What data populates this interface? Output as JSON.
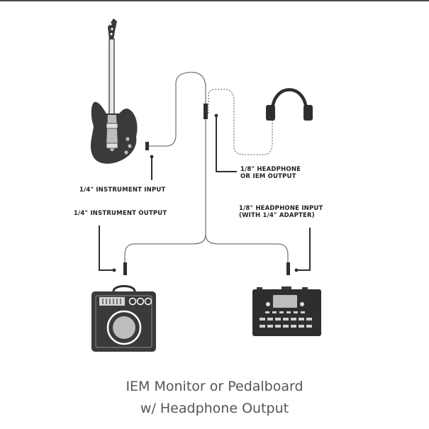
{
  "labels": {
    "instrument_input": "1/4\" INSTRUMENT INPUT",
    "instrument_output": "1/4\" INSTRUMENT OUTPUT",
    "headphone_output_line1": "1/8\" HEADPHONE",
    "headphone_output_line2": "OR IEM OUTPUT",
    "headphone_input_line1": "1/8\" HEADPHONE INPUT",
    "headphone_input_line2": "(WITH 1/4\" ADAPTER)"
  },
  "caption": {
    "line1": "IEM Monitor or Pedalboard",
    "line2": "w/ Headphone Output"
  },
  "icons": {
    "guitar": "electric-guitar-icon",
    "headphones": "headphones-icon",
    "amp": "guitar-amp-icon",
    "pedalboard": "pedalboard-icon"
  },
  "colors": {
    "ink": "#2e2e2e",
    "body": "#3a3a3a",
    "cable": "#7a7a7a",
    "text": "#1f1f1f",
    "caption": "#555555"
  }
}
